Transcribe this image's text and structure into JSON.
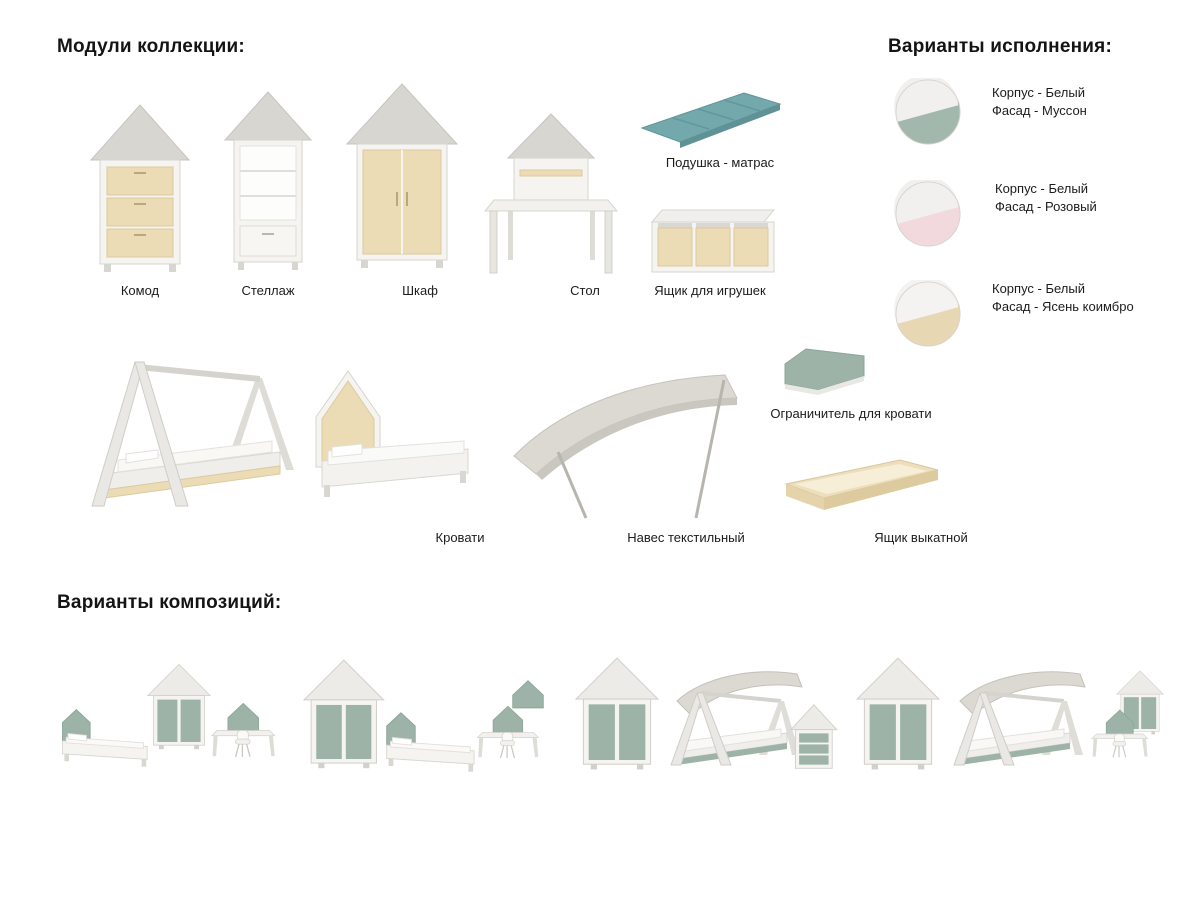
{
  "headings": {
    "modules": "Модули коллекции:",
    "finishes": "Варианты исполнения:",
    "compositions": "Варианты композиций:"
  },
  "modules": {
    "komod": "Комод",
    "stellazh": "Стеллаж",
    "shkaf": "Шкаф",
    "stol": "Стол",
    "podushka": "Подушка - матрас",
    "toybox": "Ящик для игрушек",
    "krovati": "Кровати",
    "naves": "Навес текстильный",
    "ogranichitel": "Ограничитель для кровати",
    "yashchik_vykatnoy": "Ящик выкатной"
  },
  "finishes": [
    {
      "body": "Корпус - Белый",
      "facade": "Фасад - Муссон",
      "top_color": "#f1f0ee",
      "bottom_color": "#a3b8ac"
    },
    {
      "body": "Корпус - Белый",
      "facade": "Фасад - Розовый",
      "top_color": "#f1f0ee",
      "bottom_color": "#f2d9de"
    },
    {
      "body": "Корпус - Белый",
      "facade": "Фасад - Ясень коимбро",
      "top_color": "#f4f3f1",
      "bottom_color": "#e7d7b2"
    }
  ],
  "colors": {
    "frame_gray": "#d8d6d1",
    "body_white": "#f5f4f1",
    "wood_ash": "#ebdcb6",
    "green_musson": "#9db3a7",
    "pink_rose": "#f2d9de",
    "teal_mattress": "#73a9ad",
    "canopy_fabric": "#dcd9d3"
  }
}
